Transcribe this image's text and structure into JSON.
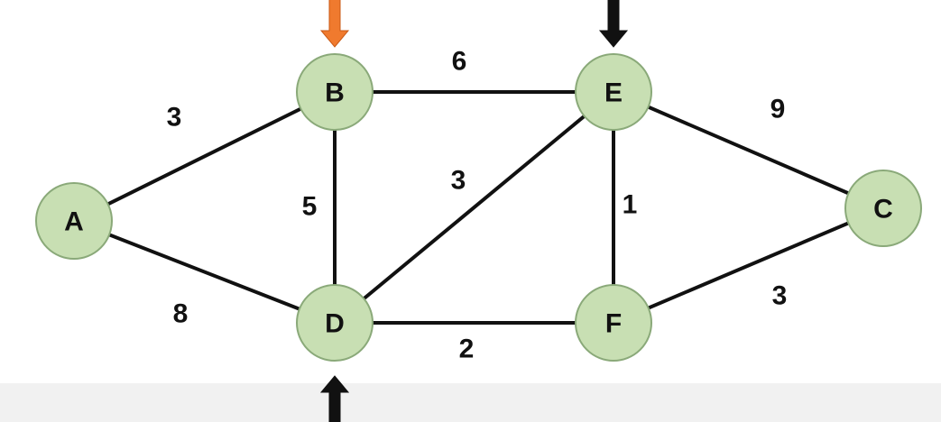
{
  "graph": {
    "nodes": [
      {
        "id": "A",
        "label": "A"
      },
      {
        "id": "B",
        "label": "B"
      },
      {
        "id": "C",
        "label": "C"
      },
      {
        "id": "D",
        "label": "D"
      },
      {
        "id": "E",
        "label": "E"
      },
      {
        "id": "F",
        "label": "F"
      }
    ],
    "edges": [
      {
        "from": "A",
        "to": "B",
        "weight": "3"
      },
      {
        "from": "A",
        "to": "D",
        "weight": "8"
      },
      {
        "from": "B",
        "to": "E",
        "weight": "6"
      },
      {
        "from": "B",
        "to": "D",
        "weight": "5"
      },
      {
        "from": "D",
        "to": "E",
        "weight": "3"
      },
      {
        "from": "E",
        "to": "F",
        "weight": "1"
      },
      {
        "from": "E",
        "to": "C",
        "weight": "9"
      },
      {
        "from": "D",
        "to": "F",
        "weight": "2"
      },
      {
        "from": "F",
        "to": "C",
        "weight": "3"
      }
    ],
    "markers": [
      {
        "node": "B",
        "color": "#f07a2e",
        "direction": "down"
      },
      {
        "node": "E",
        "color": "#111111",
        "direction": "down"
      },
      {
        "node": "D",
        "color": "#111111",
        "direction": "up"
      }
    ]
  },
  "colors": {
    "node_fill": "#c8dfb3",
    "node_stroke": "#8aa979",
    "edge": "#111111",
    "highlight_arrow": "#f07a2e"
  }
}
